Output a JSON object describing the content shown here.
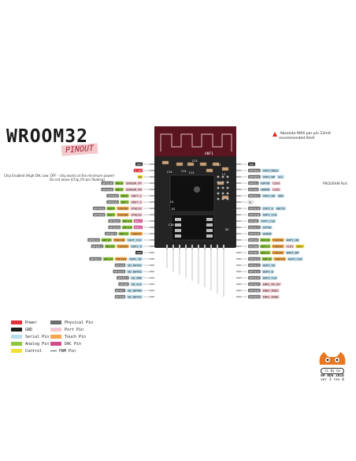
{
  "header": {
    "title": "WROOM32",
    "subtitle": "PINOUT",
    "warning_line1": "Absolute MAX per pin 12mA",
    "warning_line2": "recommended 6mA"
  },
  "notes": {
    "chip_enable_line1": "Chip Enabled (High:ON, Low: OFF - chip works at the minimum power)",
    "chip_enable_line2": "Do not leave (Chip_PU pin floating)",
    "program_port": "PROGRAM Port"
  },
  "module": {
    "antenna_label": "ANT1",
    "components": [
      "C14",
      "C12",
      "C11",
      "C13",
      "C4",
      "U2",
      "L1",
      "C10",
      "U3",
      "C3"
    ]
  },
  "pins_left": [
    {
      "labels": [
        {
          "t": "GND",
          "c": "gnd"
        }
      ]
    },
    {
      "labels": [
        {
          "t": "3.3V",
          "c": "power"
        }
      ]
    },
    {
      "labels": [
        {
          "t": "EN",
          "c": "control"
        }
      ]
    },
    {
      "labels": [
        {
          "t": "SENSOR_VP",
          "c": "port"
        },
        {
          "t": "ADC0",
          "c": "analog"
        },
        {
          "t": "GPIO36",
          "c": "physical"
        }
      ]
    },
    {
      "labels": [
        {
          "t": "SENSOR_VN",
          "c": "port"
        },
        {
          "t": "ADC3",
          "c": "analog"
        },
        {
          "t": "GPIO39",
          "c": "physical"
        }
      ]
    },
    {
      "labels": [
        {
          "t": "VDET_1",
          "c": "port"
        },
        {
          "t": "ADC6",
          "c": "analog"
        },
        {
          "t": "GPIO34",
          "c": "physical"
        }
      ]
    },
    {
      "labels": [
        {
          "t": "VDET_2",
          "c": "port"
        },
        {
          "t": "ADC7",
          "c": "analog"
        },
        {
          "t": "GPIO35",
          "c": "physical"
        }
      ]
    },
    {
      "labels": [
        {
          "t": "XTAL32",
          "c": "port"
        },
        {
          "t": "TOUCH9",
          "c": "touch"
        },
        {
          "t": "ADC4",
          "c": "analog"
        },
        {
          "t": "GPIO32",
          "c": "physical"
        }
      ]
    },
    {
      "labels": [
        {
          "t": "XTAL32",
          "c": "port"
        },
        {
          "t": "TOUCH8",
          "c": "touch"
        },
        {
          "t": "ADC5",
          "c": "analog"
        },
        {
          "t": "GPIO33",
          "c": "physical"
        }
      ]
    },
    {
      "labels": [
        {
          "t": "DAC1",
          "c": "dac"
        },
        {
          "t": "ADC18",
          "c": "analog"
        },
        {
          "t": "GPIO25",
          "c": "physical"
        }
      ]
    },
    {
      "labels": [
        {
          "t": "DAC2",
          "c": "dac"
        },
        {
          "t": "ADC19",
          "c": "analog"
        },
        {
          "t": "GPIO26",
          "c": "physical"
        }
      ]
    },
    {
      "labels": [
        {
          "t": "TOUCH7",
          "c": "touch"
        },
        {
          "t": "ADC17",
          "c": "analog"
        },
        {
          "t": "GPIO27",
          "c": "physical"
        }
      ]
    },
    {
      "labels": [
        {
          "t": "HSPI_CLK",
          "c": "serial"
        },
        {
          "t": "TOUCH6",
          "c": "touch"
        },
        {
          "t": "ADC16",
          "c": "analog"
        },
        {
          "t": "GPIO14",
          "c": "physical"
        }
      ]
    },
    {
      "labels": [
        {
          "t": "HSPI_Q",
          "c": "serial"
        },
        {
          "t": "TOUCH5",
          "c": "touch"
        },
        {
          "t": "ADC15",
          "c": "analog"
        },
        {
          "t": "GPIO12",
          "c": "physical"
        }
      ]
    },
    {
      "labels": [
        {
          "t": "GND",
          "c": "gnd"
        }
      ]
    },
    {
      "labels": [
        {
          "t": "HSPI_ID",
          "c": "serial"
        },
        {
          "t": "TOUCH4",
          "c": "touch"
        },
        {
          "t": "ADC14",
          "c": "analog"
        },
        {
          "t": "GPIO13",
          "c": "physical"
        }
      ]
    },
    {
      "labels": [
        {
          "t": "SD_DATA2",
          "c": "serial"
        },
        {
          "t": "GPIO9",
          "c": "physical"
        }
      ]
    },
    {
      "labels": [
        {
          "t": "SD_DATA3",
          "c": "serial"
        },
        {
          "t": "GPIO10",
          "c": "physical"
        }
      ]
    },
    {
      "labels": [
        {
          "t": "SD_CMD",
          "c": "serial"
        },
        {
          "t": "GPIO11",
          "c": "physical"
        }
      ]
    },
    {
      "labels": [
        {
          "t": "SD_CLK",
          "c": "serial"
        },
        {
          "t": "GPIO6",
          "c": "physical"
        }
      ]
    },
    {
      "labels": [
        {
          "t": "SD_DATA0",
          "c": "serial"
        },
        {
          "t": "GPIO7",
          "c": "physical"
        }
      ]
    },
    {
      "labels": [
        {
          "t": "SD_DATA1",
          "c": "serial"
        },
        {
          "t": "GPIO8",
          "c": "physical"
        }
      ]
    }
  ],
  "pins_right": [
    {
      "labels": [
        {
          "t": "GND",
          "c": "gnd"
        }
      ]
    },
    {
      "labels": [
        {
          "t": "GPIO23",
          "c": "physical"
        },
        {
          "t": "VSPI_MOSI",
          "c": "serial"
        }
      ]
    },
    {
      "labels": [
        {
          "t": "GPIO22",
          "c": "physical"
        },
        {
          "t": "VSPI_WP",
          "c": "serial"
        },
        {
          "t": "SCL",
          "c": "serial"
        }
      ]
    },
    {
      "labels": [
        {
          "t": "GPIO1",
          "c": "physical"
        },
        {
          "t": "U0TXD",
          "c": "serial"
        },
        {
          "t": "CLK3",
          "c": "port"
        }
      ]
    },
    {
      "labels": [
        {
          "t": "GPIO3",
          "c": "physical"
        },
        {
          "t": "U0RXD",
          "c": "serial"
        },
        {
          "t": "CLK2",
          "c": "port"
        }
      ]
    },
    {
      "labels": [
        {
          "t": "GPIO21",
          "c": "physical"
        },
        {
          "t": "VSPI_HD",
          "c": "serial"
        },
        {
          "t": "SDA",
          "c": "serial"
        }
      ]
    },
    {
      "labels": [
        {
          "t": "NC",
          "c": "plain"
        }
      ]
    },
    {
      "labels": [
        {
          "t": "GPIO19",
          "c": "physical"
        },
        {
          "t": "VSPI_Q",
          "c": "serial"
        },
        {
          "t": "U0CTS",
          "c": "serial"
        }
      ]
    },
    {
      "labels": [
        {
          "t": "GPIO18",
          "c": "physical"
        },
        {
          "t": "VSPI_CLK",
          "c": "serial"
        }
      ]
    },
    {
      "labels": [
        {
          "t": "GPIO5",
          "c": "physical"
        },
        {
          "t": "VSPI_CS0",
          "c": "serial"
        }
      ]
    },
    {
      "labels": [
        {
          "t": "GPIO17",
          "c": "physical"
        },
        {
          "t": "U2TXD",
          "c": "serial"
        }
      ]
    },
    {
      "labels": [
        {
          "t": "GPIO16",
          "c": "physical"
        },
        {
          "t": "U2RXD",
          "c": "serial"
        }
      ]
    },
    {
      "labels": [
        {
          "t": "GPIO4",
          "c": "physical"
        },
        {
          "t": "ADC10",
          "c": "analog"
        },
        {
          "t": "TOUCH0",
          "c": "touch"
        },
        {
          "t": "HSPI_HD",
          "c": "serial"
        }
      ]
    },
    {
      "labels": [
        {
          "t": "GPIO0",
          "c": "physical"
        },
        {
          "t": "ADC11",
          "c": "analog"
        },
        {
          "t": "TOUCH1",
          "c": "touch"
        },
        {
          "t": "CLK1",
          "c": "port"
        },
        {
          "t": "BOOT",
          "c": "control"
        }
      ]
    },
    {
      "labels": [
        {
          "t": "GPIO2",
          "c": "physical"
        },
        {
          "t": "ADC12",
          "c": "analog"
        },
        {
          "t": "TOUCH2",
          "c": "touch"
        },
        {
          "t": "HSPI_WP",
          "c": "serial"
        }
      ]
    },
    {
      "labels": [
        {
          "t": "GPIO15",
          "c": "physical"
        },
        {
          "t": "ADC13",
          "c": "analog"
        },
        {
          "t": "TOUCH3",
          "c": "touch"
        },
        {
          "t": "HSPI_CS0",
          "c": "serial"
        }
      ]
    },
    {
      "labels": [
        {
          "t": "GPIO13",
          "c": "physical"
        },
        {
          "t": "HSPI_ID",
          "c": "serial"
        }
      ]
    },
    {
      "labels": [
        {
          "t": "GPIO12",
          "c": "physical"
        },
        {
          "t": "HSPI_Q",
          "c": "serial"
        }
      ]
    },
    {
      "labels": [
        {
          "t": "GPIO14",
          "c": "physical"
        },
        {
          "t": "HSPI_CLK",
          "c": "serial"
        }
      ]
    },
    {
      "labels": [
        {
          "t": "GPIO27",
          "c": "physical"
        },
        {
          "t": "EMAC_RX_DV",
          "c": "port"
        }
      ]
    },
    {
      "labels": [
        {
          "t": "GPIO26",
          "c": "physical"
        },
        {
          "t": "EMAC_RXD1",
          "c": "port"
        }
      ]
    },
    {
      "labels": [
        {
          "t": "GPIO25",
          "c": "physical"
        },
        {
          "t": "EMAC_RXD0",
          "c": "port"
        }
      ]
    }
  ],
  "legend": [
    {
      "label": "Power",
      "color": "#e0303a"
    },
    {
      "label": "GND",
      "color": "#1e1e1e"
    },
    {
      "label": "Serial Pin",
      "color": "#b9dcea"
    },
    {
      "label": "Analog Pin",
      "color": "#8dc63f"
    },
    {
      "label": "Control",
      "color": "#f3e03a"
    },
    {
      "label": "Physical Pin",
      "color": "#6d6d6d"
    },
    {
      "label": "Port Pin",
      "color": "#f2c9d0"
    },
    {
      "label": "Touch Pin",
      "color": "#f2a84a"
    },
    {
      "label": "DAC Pin",
      "color": "#d04c8a"
    }
  ],
  "legend_pwm": "PWM Pin",
  "credits": {
    "date": "04 AUG 2016",
    "version": "ver 3 rev 0"
  },
  "colors": {
    "power": "#e0303a",
    "gnd": "#1e1e1e",
    "serial": "#b9dcea",
    "analog": "#8dc63f",
    "control": "#f3e03a",
    "physical": "#6d6d6d",
    "port": "#f2c9d0",
    "touch": "#f2a84a",
    "dac": "#d04c8a",
    "plain": "#ffffff",
    "board": "#242424",
    "antenna": "#5b1520"
  }
}
